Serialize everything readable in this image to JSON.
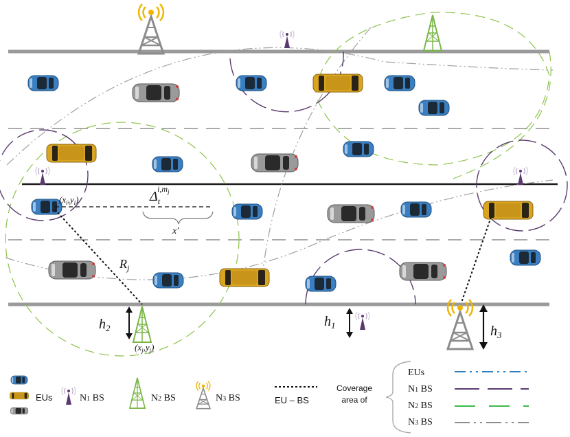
{
  "diagram": {
    "labels": {
      "eu_pos": "(x",
      "eu_pos_sub_i": "i",
      "eu_pos_comma": ",y",
      "eu_pos_close": ")",
      "bs_pos": "(x",
      "bs_pos_sub_j": "j",
      "bs_pos_comma": ",y",
      "bs_pos_close": ")",
      "delta": "Δ",
      "delta_sub": "t",
      "delta_sup": "i,m",
      "delta_sup_j": "j",
      "x_prime": "x′",
      "radius": "R",
      "radius_sub": "j",
      "h1": "h",
      "h1_sub": "1",
      "h2": "h",
      "h2_sub": "2",
      "h3": "h",
      "h3_sub": "3"
    },
    "colors": {
      "road": "#9a9a9a",
      "median": "#1a1a1a",
      "eu_blue": "#3a7fc1",
      "eu_yellow": "#d9a520",
      "eu_gray": "#8a8a8a",
      "n1": "#5a3a6e",
      "n2": "#7ab648",
      "n3": "#8c8c8c",
      "signal": "#f0b400"
    }
  },
  "legend": {
    "eus_label": "EUs",
    "n1_label": "N",
    "n1_sub": "1",
    "n1_suffix": " BS",
    "n2_label": "N",
    "n2_sub": "2",
    "n2_suffix": " BS",
    "n3_label": "N",
    "n3_sub": "3",
    "n3_suffix": " BS",
    "eu_bs_label": "EU – BS",
    "coverage_line1": "Coverage",
    "coverage_line2": "area of",
    "cov_eus": "EUs",
    "cov_n1": "N",
    "cov_n1_sub": "1",
    "cov_n1_suffix": " BS",
    "cov_n2": "N",
    "cov_n2_sub": "2",
    "cov_n2_suffix": " BS",
    "cov_n3": "N",
    "cov_n3_sub": "3",
    "cov_n3_suffix": " BS"
  }
}
